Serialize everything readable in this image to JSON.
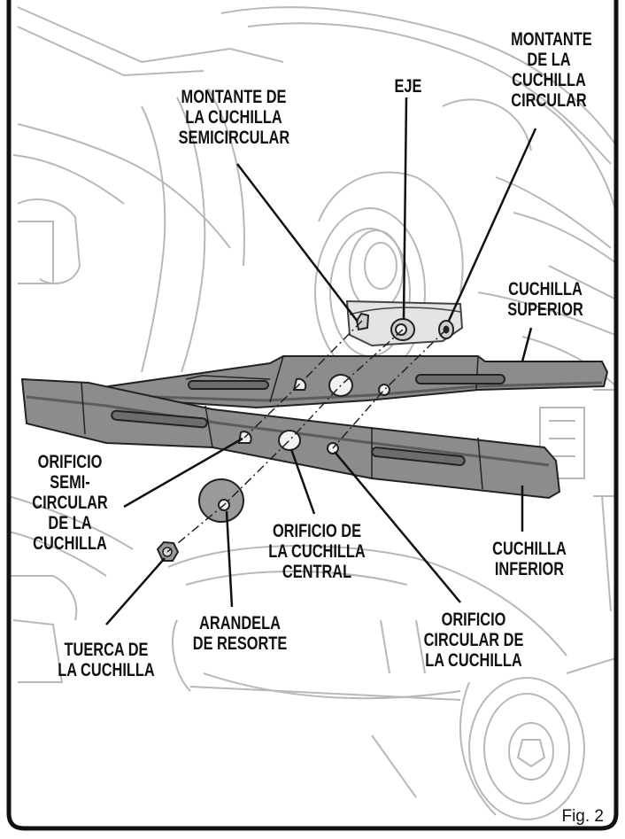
{
  "figure": {
    "caption": "Fig. 2",
    "labels": {
      "montante_semicircular": [
        "MONTANTE DE",
        "LA CUCHILLA",
        "SEMICIRCULAR"
      ],
      "eje": [
        "EJE"
      ],
      "montante_circular": [
        "MONTANTE",
        "DE LA",
        "CUCHILLA",
        "CIRCULAR"
      ],
      "cuchilla_superior": [
        "CUCHILLA",
        "SUPERIOR"
      ],
      "orificio_semicircular": [
        "ORIFICIO",
        "SEMI-",
        "CIRCULAR",
        "DE LA",
        "CUCHILLA"
      ],
      "orificio_central": [
        "ORIFICIO DE",
        "LA CUCHILLA",
        "CENTRAL"
      ],
      "cuchilla_inferior": [
        "CUCHILLA",
        "INFERIOR"
      ],
      "arandela": [
        "ARANDELA",
        "DE RESORTE"
      ],
      "orificio_circular": [
        "ORIFICIO",
        "CIRCULAR DE",
        "LA CUCHILLA"
      ],
      "tuerca": [
        "TUERCA DE",
        "LA CUCHILLA"
      ]
    }
  },
  "colors": {
    "frame": "#111111",
    "blade_fill": "#8c8c8c",
    "blade_dark": "#555555",
    "sketch": "#b5b5b5"
  }
}
